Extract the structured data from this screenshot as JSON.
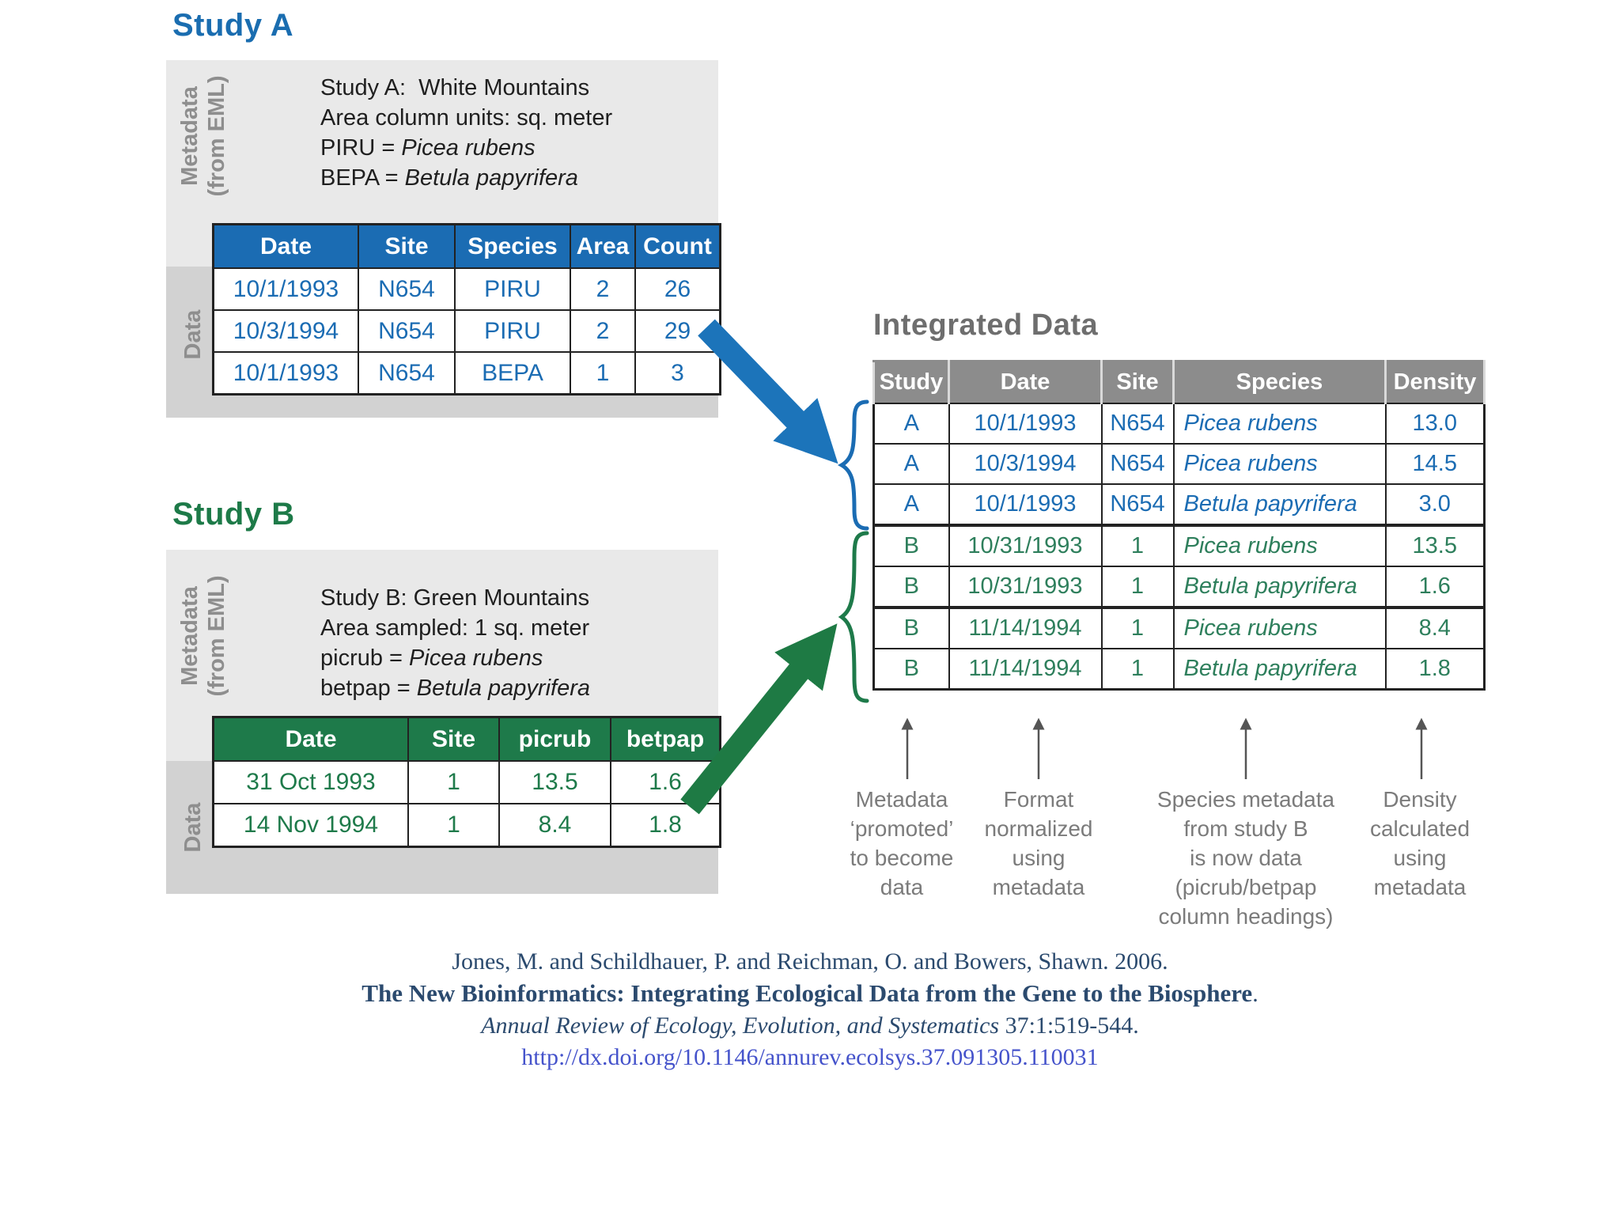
{
  "colors": {
    "study_a_accent": "#1b6cb3",
    "study_b_accent": "#1e7a4a",
    "integrated_header": "#8c8c8c",
    "integrated_title": "#6e6e6e",
    "box_light": "#e9e9e9",
    "box_dark": "#d2d2d2",
    "side_label_gray": "#8e8e8e",
    "annotation_gray": "#7b7b7b",
    "citation_navy": "#2b4a6e",
    "link_blue": "#4553cb",
    "arrow_blue": "#1c74ba",
    "arrow_green": "#1e7a44"
  },
  "study_a": {
    "title": "Study A",
    "side_meta_label": "Metadata\n(from EML)",
    "side_data_label": "Data",
    "metadata_lines": [
      {
        "text": "Study A:  White Mountains",
        "italic": ""
      },
      {
        "text": "Area column units: sq. meter",
        "italic": ""
      },
      {
        "text": "PIRU = ",
        "italic": "Picea rubens"
      },
      {
        "text": "BEPA = ",
        "italic": "Betula papyrifera"
      }
    ],
    "table": {
      "headers": [
        "Date",
        "Site",
        "Species",
        "Area",
        "Count"
      ],
      "rows": [
        [
          "10/1/1993",
          "N654",
          "PIRU",
          "2",
          "26"
        ],
        [
          "10/3/1994",
          "N654",
          "PIRU",
          "2",
          "29"
        ],
        [
          "10/1/1993",
          "N654",
          "BEPA",
          "1",
          "3"
        ]
      ]
    }
  },
  "study_b": {
    "title": "Study B",
    "side_meta_label": "Metadata\n(from EML)",
    "side_data_label": "Data",
    "metadata_lines": [
      {
        "text": "Study B: Green Mountains",
        "italic": ""
      },
      {
        "text": "Area sampled: 1 sq. meter",
        "italic": ""
      },
      {
        "text": "picrub = ",
        "italic": "Picea rubens"
      },
      {
        "text": "betpap = ",
        "italic": "Betula papyrifera"
      }
    ],
    "table": {
      "headers": [
        "Date",
        "Site",
        "picrub",
        "betpap"
      ],
      "rows": [
        [
          "31 Oct 1993",
          "1",
          "13.5",
          "1.6"
        ],
        [
          "14 Nov 1994",
          "1",
          "8.4",
          "1.8"
        ]
      ]
    }
  },
  "integrated": {
    "title": "Integrated Data",
    "headers": [
      "Study",
      "Date",
      "Site",
      "Species",
      "Density"
    ],
    "species_column_index": 3,
    "rows": [
      {
        "cells": [
          "A",
          "10/1/1993",
          "N654",
          "Picea rubens",
          "13.0"
        ],
        "group": "a",
        "sep": false
      },
      {
        "cells": [
          "A",
          "10/3/1994",
          "N654",
          "Picea rubens",
          "14.5"
        ],
        "group": "a",
        "sep": false
      },
      {
        "cells": [
          "A",
          "10/1/1993",
          "N654",
          "Betula papyrifera",
          "3.0"
        ],
        "group": "a",
        "sep": false
      },
      {
        "cells": [
          "B",
          "10/31/1993",
          "1",
          "Picea rubens",
          "13.5"
        ],
        "group": "b",
        "sep": true
      },
      {
        "cells": [
          "B",
          "10/31/1993",
          "1",
          "Betula papyrifera",
          "1.6"
        ],
        "group": "b",
        "sep": false
      },
      {
        "cells": [
          "B",
          "11/14/1994",
          "1",
          "Picea rubens",
          "8.4"
        ],
        "group": "b",
        "sep": true
      },
      {
        "cells": [
          "B",
          "11/14/1994",
          "1",
          "Betula papyrifera",
          "1.8"
        ],
        "group": "b",
        "sep": false
      }
    ]
  },
  "annotations": [
    {
      "lines": [
        "Metadata",
        "‘promoted’",
        "to become",
        "data"
      ]
    },
    {
      "lines": [
        "Format",
        "normalized",
        "using",
        "metadata"
      ]
    },
    {
      "lines": [
        "Species metadata",
        "from study B",
        "is now data",
        "(picrub/betpap",
        "column headings)"
      ]
    },
    {
      "lines": [
        "Density",
        "calculated",
        "using",
        "metadata"
      ]
    }
  ],
  "citation": {
    "line1": "Jones, M. and Schildhauer, P. and Reichman, O. and Bowers, Shawn. 2006.",
    "line2_bold": "The New Bioinformatics: Integrating Ecological Data from the Gene to the Biosphere",
    "line2_tail": ".",
    "line3_italic": "Annual Review of Ecology, Evolution, and Systematics",
    "line3_tail": " 37:1:519-544.",
    "line4_link": "http://dx.doi.org/10.1146/annurev.ecolsys.37.091305.110031"
  }
}
